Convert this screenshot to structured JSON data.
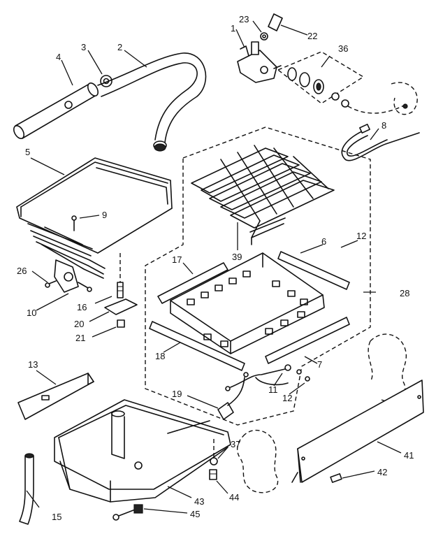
{
  "labels": {
    "p1": "1",
    "p2": "2",
    "p3": "3",
    "p4": "4",
    "p5": "5",
    "p6": "6",
    "p7": "7",
    "p8": "8",
    "p9": "9",
    "p10": "10",
    "p11": "11",
    "p12a": "12",
    "p12b": "12",
    "p13": "13",
    "p15": "15",
    "p16": "16",
    "p17": "17",
    "p18": "18",
    "p19": "19",
    "p20": "20",
    "p21": "21",
    "p22": "22",
    "p23": "23",
    "p26": "26",
    "p28": "28",
    "p36": "36",
    "p37": "37",
    "p39": "39",
    "p41": "41",
    "p42": "42",
    "p43": "43",
    "p44": "44",
    "p45": "45"
  }
}
